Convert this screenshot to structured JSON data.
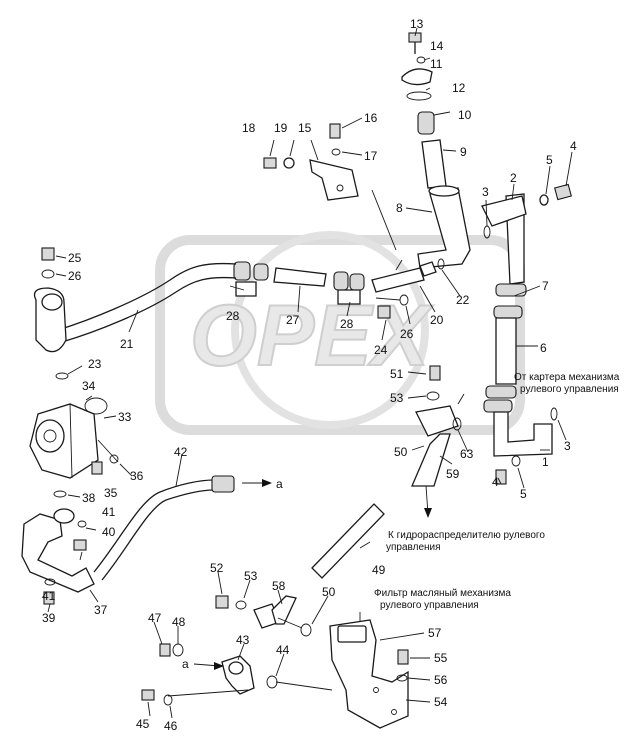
{
  "watermark": {
    "text": "OPEX"
  },
  "labels": {
    "p1": "1",
    "p2": "2",
    "p3a": "3",
    "p3b": "3",
    "p4a": "4",
    "p4b": "4",
    "p5a": "5",
    "p5b": "5",
    "p6": "6",
    "p7": "7",
    "p8": "8",
    "p9": "9",
    "p10": "10",
    "p11": "11",
    "p12": "12",
    "p13": "13",
    "p14": "14",
    "p15": "15",
    "p16": "16",
    "p17": "17",
    "p18": "18",
    "p19": "19",
    "p20": "20",
    "p21": "21",
    "p22": "22",
    "p23": "23",
    "p24": "24",
    "p25": "25",
    "p26a": "26",
    "p26b": "26",
    "p27": "27",
    "p28a": "28",
    "p28b": "28",
    "p33": "33",
    "p34": "34",
    "p35": "35",
    "p36": "36",
    "p37": "37",
    "p38": "38",
    "p39": "39",
    "p40": "40",
    "p41a": "41",
    "p41b": "41",
    "p42": "42",
    "p43": "43",
    "p44": "44",
    "p45": "45",
    "p46": "46",
    "p47": "47",
    "p48": "48",
    "p49": "49",
    "p50a": "50",
    "p50b": "50",
    "p51": "51",
    "p52": "52",
    "p53a": "53",
    "p53b": "53",
    "p54": "54",
    "p55": "55",
    "p56": "56",
    "p57": "57",
    "p58": "58",
    "p59": "59",
    "p63": "63",
    "a1": "a",
    "a2": "a"
  },
  "notes": {
    "from_case_1": "От картера механизма",
    "from_case_2": "рулевого управления",
    "to_valve_1": "К гидрораспределителю рулевого",
    "to_valve_2": "управления",
    "filter_1": "Фильтр масляный механизма",
    "filter_2": "рулевого управления"
  }
}
